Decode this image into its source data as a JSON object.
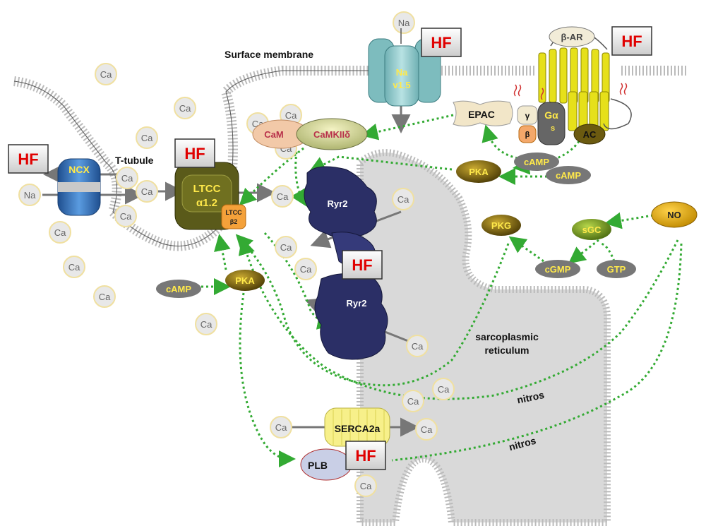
{
  "labels": {
    "surface_membrane": "Surface membrane",
    "t_tubule": "T-tubule",
    "sr_line1": "sarcoplasmic",
    "sr_line2": "reticulum",
    "nitros": "nitros",
    "hf": "HF",
    "ca": "Ca",
    "na": "Na"
  },
  "proteins": {
    "ncx": "NCX",
    "ltcc_line1": "LTCC",
    "ltcc_line2": "α1.2",
    "ltcc_beta_line1": "LTCC",
    "ltcc_beta_line2": "β2",
    "nav_line1": "Na",
    "nav_line2": "v1.5",
    "cam": "CaM",
    "camkii": "CaMKIIδ",
    "ryr2": "Ryr2",
    "serca": "SERCA2a",
    "plb": "PLB",
    "beta_ar": "β-AR",
    "epac": "EPAC",
    "gamma": "γ",
    "beta": "β",
    "galpha": "Gα",
    "galpha_sub": "s",
    "ac": "AC"
  },
  "molecules": {
    "camp": "cAMP",
    "pka": "PKA",
    "pkg": "PKG",
    "sgc": "sGC",
    "cgmp": "cGMP",
    "gtp": "GTP",
    "no": "NO"
  },
  "colors": {
    "hf_red": "#e00000",
    "arrow_green": "#33aa33",
    "ca_circle": "#e8e8e8",
    "ca_border": "#f0e0a0",
    "sr_fill": "#d9d9d9",
    "ltcc_olive": "#5a5a1a",
    "ryr_navy": "#2b2f66",
    "ncx_blue": "#2f6fb5",
    "nav_teal": "#8fc7c9",
    "receptor_yellow": "#e6e01a",
    "pka_brown": "#6b5a10",
    "pill_gray": "#777777"
  }
}
